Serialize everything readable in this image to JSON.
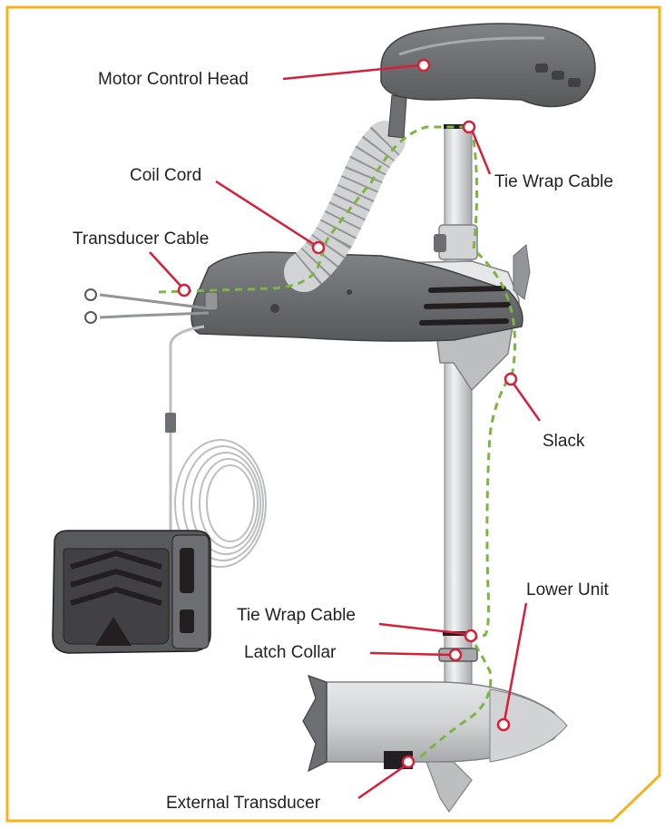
{
  "diagram": {
    "labels": {
      "motor_control_head": "Motor Control Head",
      "tie_wrap_cable_top": "Tie Wrap Cable",
      "coil_cord": "Coil Cord",
      "transducer_cable": "Transducer Cable",
      "slack": "Slack",
      "lower_unit": "Lower Unit",
      "tie_wrap_cable_bottom": "Tie Wrap Cable",
      "latch_collar": "Latch Collar",
      "external_transducer": "External Transducer"
    },
    "colors": {
      "frame": "#f5b21b",
      "leader": "#d6203a",
      "cable_path": "#7ab641",
      "motor_body": "#58595b",
      "motor_light": "#d1d3d4",
      "shaft": "#e6e7e8",
      "outline": "#414042"
    }
  }
}
